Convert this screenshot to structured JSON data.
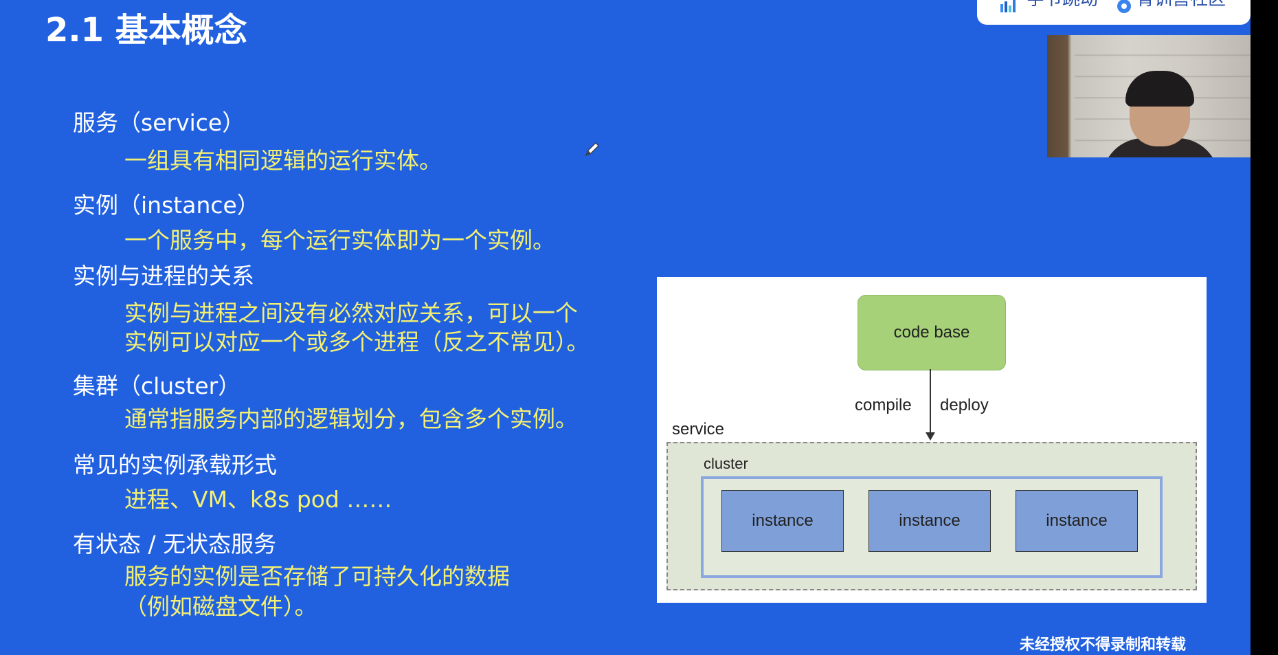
{
  "slide": {
    "title": "2.1 基本概念",
    "sections": [
      {
        "term": "服务（service）",
        "desc": [
          "一组具有相同逻辑的运行实体。"
        ]
      },
      {
        "term": "实例（instance）",
        "desc": [
          "一个服务中，每个运行实体即为一个实例。"
        ]
      },
      {
        "term": "实例与进程的关系",
        "desc": [
          "实例与进程之间没有必然对应关系，可以一个",
          "实例可以对应一个或多个进程（反之不常见）。"
        ]
      },
      {
        "term": "集群（cluster）",
        "desc": [
          "通常指服务内部的逻辑划分，包含多个实例。"
        ]
      },
      {
        "term": "常见的实例承载形式",
        "desc": [
          "进程、VM、k8s pod ……"
        ]
      },
      {
        "term": "有状态 / 无状态服务",
        "desc": [
          "服务的实例是否存储了可持久化的数据",
          "（例如磁盘文件）。"
        ]
      }
    ]
  },
  "diagram": {
    "code_base": "code base",
    "compile": "compile",
    "deploy": "deploy",
    "service": "service",
    "cluster": "cluster",
    "instances": [
      "instance",
      "instance",
      "instance"
    ]
  },
  "header": {
    "logo_left": "字节跳动",
    "logo_right": "青训营社区"
  },
  "watermark": "未经授权不得录制和转载",
  "colors": {
    "slide_bg": "#2161e0",
    "desc_text": "#f4f072",
    "code_base_fill": "#a6d178",
    "instance_fill": "#7f9fd8",
    "cluster_border": "#8ba7df"
  },
  "icons": [
    "pen-icon"
  ]
}
